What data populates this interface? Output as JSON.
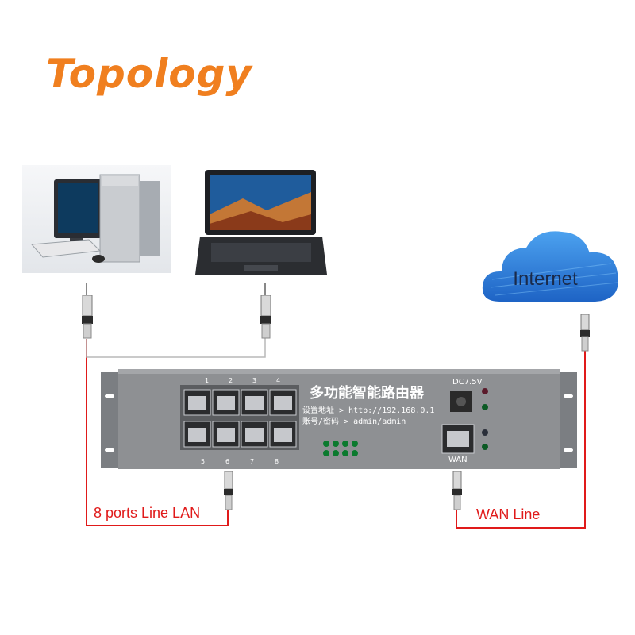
{
  "title": "Topology",
  "cloud_label": "Internet",
  "router": {
    "name": "多功能智能路由器",
    "address_line": "设置地址 > http://192.168.0.1",
    "login_line": "账号/密码 > admin/admin",
    "dc_label": "DC7.5V",
    "wan_port_label": "WAN",
    "port_numbers_top": [
      "1",
      "2",
      "3",
      "4"
    ],
    "port_numbers_bottom": [
      "5",
      "6",
      "7",
      "8"
    ]
  },
  "lan_caption": "8 ports Line  LAN",
  "wan_caption": "WAN  Line",
  "colors": {
    "title": "#f07f1f",
    "wire_red": "#e01a1a",
    "router_body": "#8e9093",
    "cloud": "#2e7fd9"
  },
  "icons": {
    "desktop": "desktop-computer-icon",
    "laptop": "laptop-icon",
    "cloud": "cloud-icon",
    "router": "router-icon",
    "connector": "rj45-connector-icon"
  }
}
